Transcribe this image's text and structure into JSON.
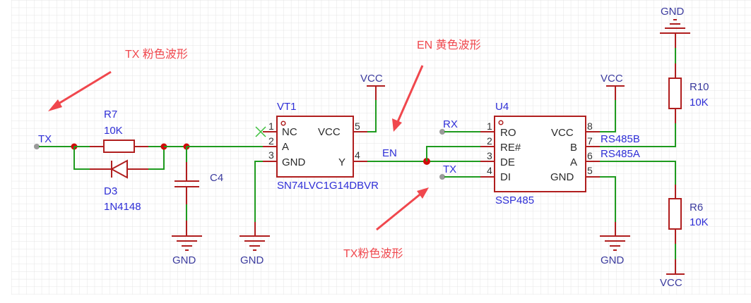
{
  "title": "RS485 TX/EN waveform schematic",
  "annotations": [
    {
      "id": "tx-note-top",
      "text": "TX 粉色波形"
    },
    {
      "id": "en-note",
      "text": "EN 黄色波形"
    },
    {
      "id": "tx-note-bottom",
      "text": "TX粉色波形"
    }
  ],
  "nets": {
    "tx_input": "TX",
    "en": "EN",
    "rx": "RX",
    "tx_di": "TX",
    "rs485b": "RS485B",
    "rs485a": "RS485A"
  },
  "power": {
    "gnd": "GND",
    "vcc": "VCC"
  },
  "components": {
    "r7": {
      "ref": "R7",
      "value": "10K"
    },
    "d3": {
      "ref": "D3",
      "value": "1N4148"
    },
    "c4": {
      "ref": "C4"
    },
    "vt1": {
      "ref": "VT1",
      "part": "SN74LVC1G14DBVR",
      "pins": [
        {
          "num": "1",
          "name": "NC"
        },
        {
          "num": "2",
          "name": "A"
        },
        {
          "num": "3",
          "name": "GND"
        },
        {
          "num": "4",
          "name": "Y"
        },
        {
          "num": "5",
          "name": "VCC"
        }
      ]
    },
    "u4": {
      "ref": "U4",
      "part": "SSP485",
      "pins": [
        {
          "num": "1",
          "name": "RO"
        },
        {
          "num": "2",
          "name": "RE#"
        },
        {
          "num": "3",
          "name": "DE"
        },
        {
          "num": "4",
          "name": "DI"
        },
        {
          "num": "8",
          "name": "VCC"
        },
        {
          "num": "7",
          "name": "B"
        },
        {
          "num": "6",
          "name": "A"
        },
        {
          "num": "5",
          "name": "GND"
        }
      ]
    },
    "r10": {
      "ref": "R10",
      "value": "10K"
    },
    "r6": {
      "ref": "R6",
      "value": "10K"
    }
  },
  "colors": {
    "wire": "#1f9b1f",
    "component": "#b01e1e",
    "label": "#2e2ed6",
    "annotation": "#f0474d",
    "junction": "#d10a0a",
    "grid": "#e6e6e6"
  }
}
